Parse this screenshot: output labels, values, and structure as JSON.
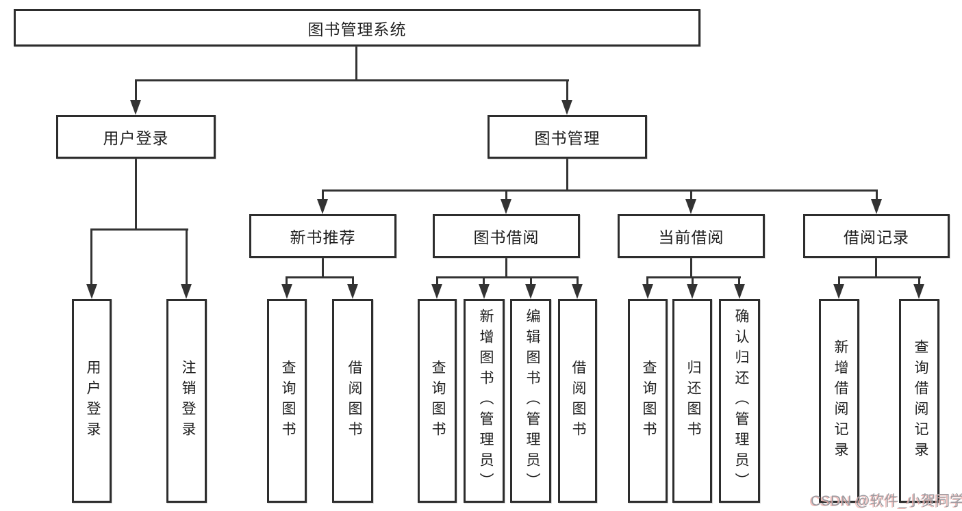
{
  "diagram_title": "图书管理系统",
  "nodes": {
    "root": "图书管理系统",
    "level2": [
      "用户登录",
      "图书管理"
    ],
    "level3": [
      "新书推荐",
      "图书借阅",
      "当前借阅",
      "借阅记录"
    ],
    "leaves": [
      "用户登录",
      "注销登录",
      "查询图书",
      "借阅图书",
      "查询图书",
      "新增图书（管理员）",
      "编辑图书（管理员）",
      "借阅图书",
      "查询图书",
      "归还图书",
      "确认归还（管理员）",
      "新增借阅记录",
      "查询借阅记录"
    ]
  },
  "hierarchy": {
    "图书管理系统": [
      "用户登录",
      "图书管理"
    ],
    "用户登录": [
      "用户登录",
      "注销登录"
    ],
    "图书管理": [
      "新书推荐",
      "图书借阅",
      "当前借阅",
      "借阅记录"
    ],
    "新书推荐": [
      "查询图书",
      "借阅图书"
    ],
    "图书借阅": [
      "查询图书",
      "新增图书（管理员）",
      "编辑图书（管理员）",
      "借阅图书"
    ],
    "当前借阅": [
      "查询图书",
      "归还图书",
      "确认归还（管理员）"
    ],
    "借阅记录": [
      "新增借阅记录",
      "查询借阅记录"
    ]
  },
  "watermark": {
    "text": "CSDN @软件_小贺同学"
  },
  "icons": {
    "arrow_down_icon": "solid down triangle (css shape)"
  },
  "colors": {
    "background": "#ffffff",
    "box_border": "#2d2d2d",
    "connector_line": "#333333",
    "text": "#1f1f1f",
    "watermark_text": "#9b9ba1",
    "watermark_shadow": "#f0b0ac"
  }
}
